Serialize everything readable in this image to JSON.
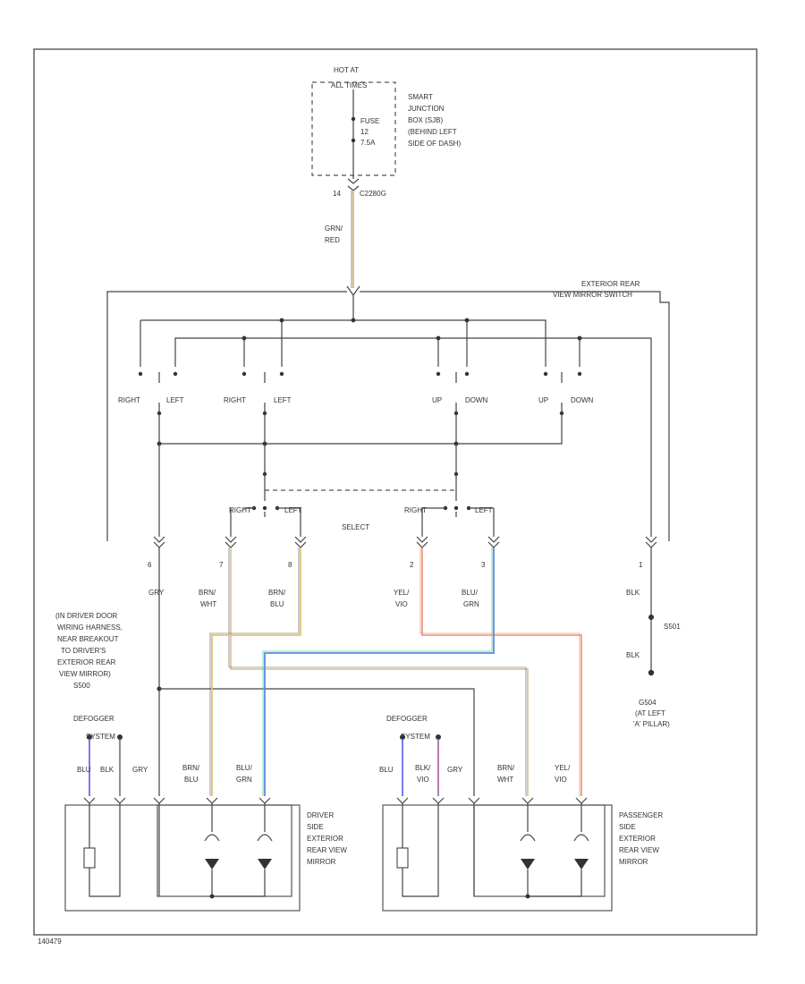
{
  "power": {
    "hot_at": "HOT AT",
    "hot_at_2": "ALL TIMES",
    "fuse_1": "FUSE",
    "fuse_2": "12",
    "fuse_3": "7.5A",
    "sjb_1": "SMART",
    "sjb_2": "JUNCTION",
    "sjb_3": "BOX (SJB)",
    "sjb_4": "(BEHIND LEFT",
    "sjb_5": "SIDE OF DASH)",
    "pin": "14",
    "connector": "C2280G",
    "wire_1": "GRN/",
    "wire_2": "RED"
  },
  "switch": {
    "title_1": "EXTERIOR REAR",
    "title_2": "VIEW MIRROR SWITCH",
    "right_1": "RIGHT",
    "left_1": "LEFT",
    "right_2": "RIGHT",
    "left_2": "LEFT",
    "up_1": "UP",
    "down_1": "DOWN",
    "up_2": "UP",
    "down_2": "DOWN",
    "select": "SELECT",
    "sel_right_1": "RIGHT",
    "sel_left_1": "LEFT",
    "sel_right_2": "RIGHT",
    "sel_left_2": "LEFT"
  },
  "pins": {
    "p1": "6",
    "p2": "7",
    "p3": "8",
    "p4": "2",
    "p5": "3",
    "p6": "1"
  },
  "wires": {
    "gry": "GRY",
    "brn_wht_1": "BRN/",
    "brn_wht_2": "WHT",
    "brn_blu_1": "BRN/",
    "brn_blu_2": "BLU",
    "yel_vio_1": "YEL/",
    "yel_vio_2": "VIO",
    "blu_grn_1": "BLU/",
    "blu_grn_2": "GRN",
    "blk": "BLK",
    "blk_2": "BLK"
  },
  "ground": {
    "splice": "S501",
    "g_1": "G504",
    "g_2": "(AT LEFT",
    "g_3": "'A' PILLAR)"
  },
  "note": {
    "l1": "(IN DRIVER DOOR",
    "l2": "WIRING HARNESS,",
    "l3": "NEAR BREAKOUT",
    "l4": "TO DRIVER'S",
    "l5": "EXTERIOR REAR",
    "l6": "VIEW MIRROR)",
    "l7": "S500"
  },
  "driver": {
    "defogger_1": "DEFOGGER",
    "defogger_2": "SYSTEM",
    "w_blu": "BLU",
    "w_blk": "BLK",
    "w_gry": "GRY",
    "w_brnblu_1": "BRN/",
    "w_brnblu_2": "BLU",
    "w_blugrn_1": "BLU/",
    "w_blugrn_2": "GRN",
    "mirror_1": "DRIVER",
    "mirror_2": "SIDE",
    "mirror_3": "EXTERIOR",
    "mirror_4": "REAR VIEW",
    "mirror_5": "MIRROR"
  },
  "passenger": {
    "defogger_1": "DEFOGGER",
    "defogger_2": "SYSTEM",
    "w_blu": "BLU",
    "w_blkvio_1": "BLK/",
    "w_blkvio_2": "VIO",
    "w_gry": "GRY",
    "w_brnwht_1": "BRN/",
    "w_brnwht_2": "WHT",
    "w_yelvio_1": "YEL/",
    "w_yelvio_2": "VIO",
    "mirror_1": "PASSENGER",
    "mirror_2": "SIDE",
    "mirror_3": "EXTERIOR",
    "mirror_4": "REAR VIEW",
    "mirror_5": "MIRROR"
  },
  "footer": {
    "code": "140479"
  },
  "colors": {
    "grn_red": "#d9b36b",
    "brn_wht": "#d8c9a3",
    "brn_blu": "#e0c47a",
    "yel_vio": "#f0a080",
    "blu_grn": "#5a8fd8",
    "blu": "#6b6bef",
    "blk_vio": "#b06ab0"
  }
}
